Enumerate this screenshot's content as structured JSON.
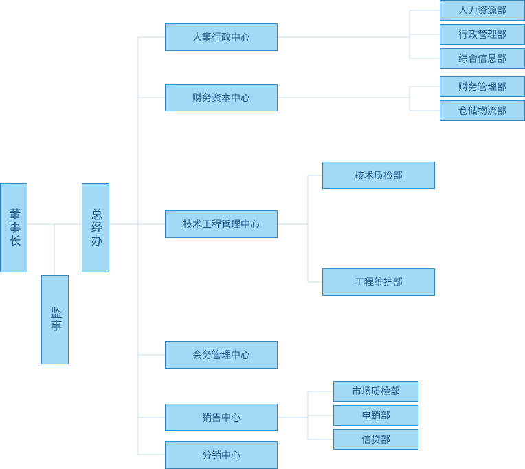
{
  "colors": {
    "box_fill": "#a4d9f5",
    "box_border": "#2f88c3",
    "text": "#1f5d8c",
    "connector": "#c6dfee"
  },
  "nodes": {
    "chairman": "董事长",
    "supervisor": "监事",
    "gm_office": "总经办",
    "hr_admin_center": "人事行政中心",
    "hr_dept": "人力资源部",
    "admin_dept": "行政管理部",
    "info_dept": "综合信息部",
    "finance_center": "财务资本中心",
    "finance_dept": "财务管理部",
    "warehouse_dept": "仓储物流部",
    "tech_center": "技术工程管理中心",
    "tech_qc_dept": "技术质检部",
    "eng_maint_dept": "工程维护部",
    "affairs_center": "会务管理中心",
    "sales_center": "销售中心",
    "market_qc_dept": "市场质检部",
    "telesales_dept": "电销部",
    "credit_dept": "信贷部",
    "distribution_center": "分销中心"
  }
}
